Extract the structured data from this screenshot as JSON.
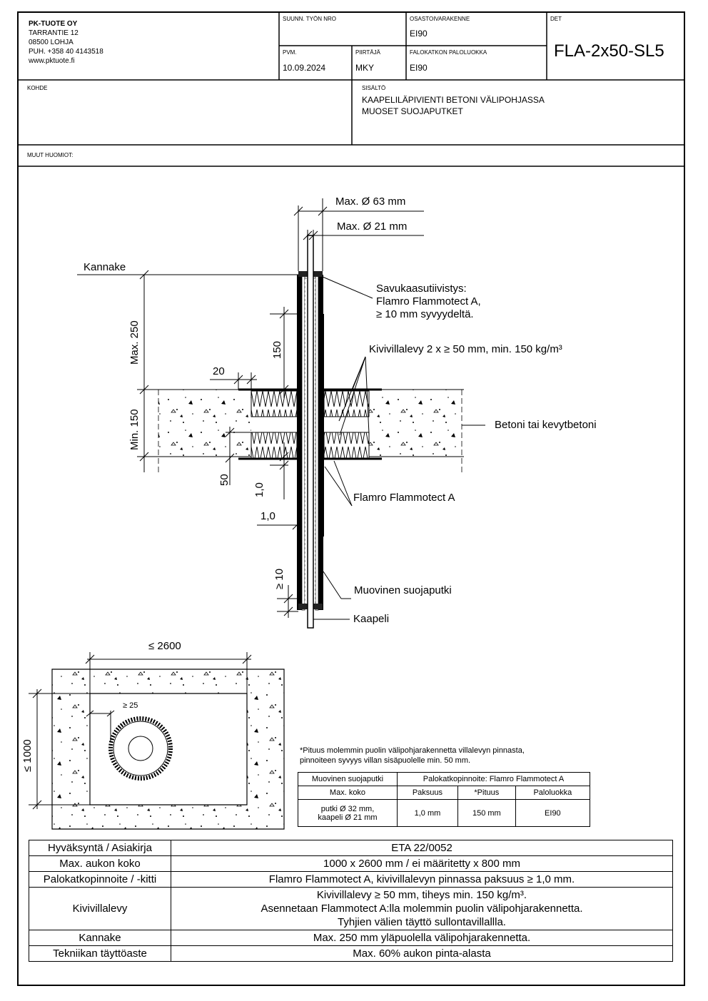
{
  "header": {
    "company": {
      "name": "PK-TUOTE OY",
      "street": "TARRANTIE 12",
      "city": "08500 LOHJA",
      "phone": "PUH. +358 40 4143518",
      "web": "www.pktuote.fi"
    },
    "fields": {
      "work_no_label": "SUUNN. TYÖN NRO",
      "work_no": "",
      "structure_label": "OSASTOIVARAKENNE",
      "structure": "EI90",
      "date_label": "PVM.",
      "date": "10.09.2024",
      "drawer_label": "PIIRTÄJÄ",
      "drawer": "MKY",
      "fire_class_label": "FALOKATKON PALOLUOKKA",
      "fire_class": "EI90",
      "det_label": "DET",
      "det": "FLA-2x50-SL5",
      "kohde_label": "KOHDE",
      "kohde": "",
      "content_label": "SISÄLTÖ",
      "content_line1": "KAAPELILÄPIVIENTI BETONI VÄLIPOHJASSA",
      "content_line2": "MUOSET SUOJAPUTKET",
      "notes_label": "MUUT HUOMIOT:"
    }
  },
  "section": {
    "dim_max63": "Max. Ø 63 mm",
    "dim_max21": "Max. Ø 21 mm",
    "kannake": "Kannake",
    "savu_line1": "Savukaasutiivistys:",
    "savu_line2": "Flamro Flammotect A,",
    "savu_line3": "≥ 10 mm syvyydeltä.",
    "max250": "Max. 250",
    "d150": "150",
    "kivivilla": "Kivivillalevy 2 x ≥ 50 mm, min. 150 kg/m³",
    "d20": "20",
    "min150": "Min. 150",
    "betoni": "Betoni tai kevytbetoni",
    "d50": "50",
    "d10v": "1,0",
    "flamro": "Flamro Flammotect A",
    "d10h": "1,0",
    "ge10": "≥ 10",
    "muovinen": "Muovinen suojaputki",
    "kaapeli": "Kaapeli"
  },
  "plan": {
    "width": "≤ 2600",
    "height": "≤ 1000",
    "ge25": "≥ 25"
  },
  "spec": {
    "note_line1": "*Pituus molemmin puolin välipohjarakennetta villalevyn pinnasta,",
    "note_line2": "pinnoiteen syvyys villan sisäpuolelle min. 50 mm.",
    "h_pipe": "Muovinen suojaputki",
    "h_coat": "Palokatkopinnoite: Flamro Flammotect A",
    "h_maxsize": "Max. koko",
    "h_thick": "Paksuus",
    "h_len": "*Pituus",
    "h_class": "Paloluokka",
    "r_pipe1": "putki Ø 32 mm,",
    "r_pipe2": "kaapeli Ø 21 mm",
    "r_thick": "1,0 mm",
    "r_len": "150 mm",
    "r_class": "EI90"
  },
  "approval": {
    "rows": [
      {
        "label": "Hyväksyntä / Asiakirja",
        "value": "ETA 22/0052"
      },
      {
        "label": "Max. aukon koko",
        "value": "1000 x 2600 mm / ei määritetty x 800 mm"
      },
      {
        "label": "Palokatkopinnoite / -kitti",
        "value": "Flamro Flammotect A, kivivillalevyn pinnassa paksuus ≥ 1,0 mm."
      },
      {
        "label": "Kivivillalevy",
        "value1": "Kivivillalevy ≥ 50 mm, tiheys min. 150 kg/m³.",
        "value2": "Asennetaan Flammotect A:lla molemmin puolin välipohjarakennetta.",
        "value3": "Tyhjien välien täyttö sullontavillallla."
      },
      {
        "label": "Kannake",
        "value": "Max. 250 mm yläpuolella välipohjarakennetta."
      },
      {
        "label": "Tekniikan täyttöaste",
        "value": "Max. 60% aukon pinta-alasta"
      }
    ]
  }
}
